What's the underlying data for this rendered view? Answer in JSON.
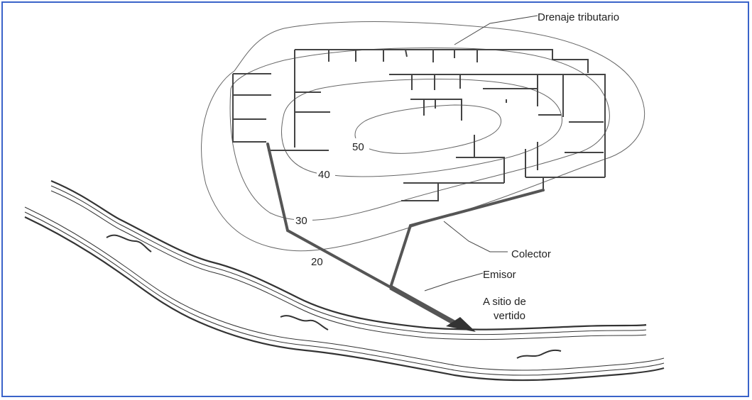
{
  "labels": {
    "tributary": "Drenaje tributario",
    "collector": "Colector",
    "emitter": "Emisor",
    "destination_line1": "A sitio de",
    "destination_line2": "vertido"
  },
  "contours": [
    "50",
    "40",
    "30",
    "20"
  ],
  "colors": {
    "frame": "#3a63c9",
    "ink": "#222222",
    "network": "#444444",
    "pipe": "#555555"
  }
}
